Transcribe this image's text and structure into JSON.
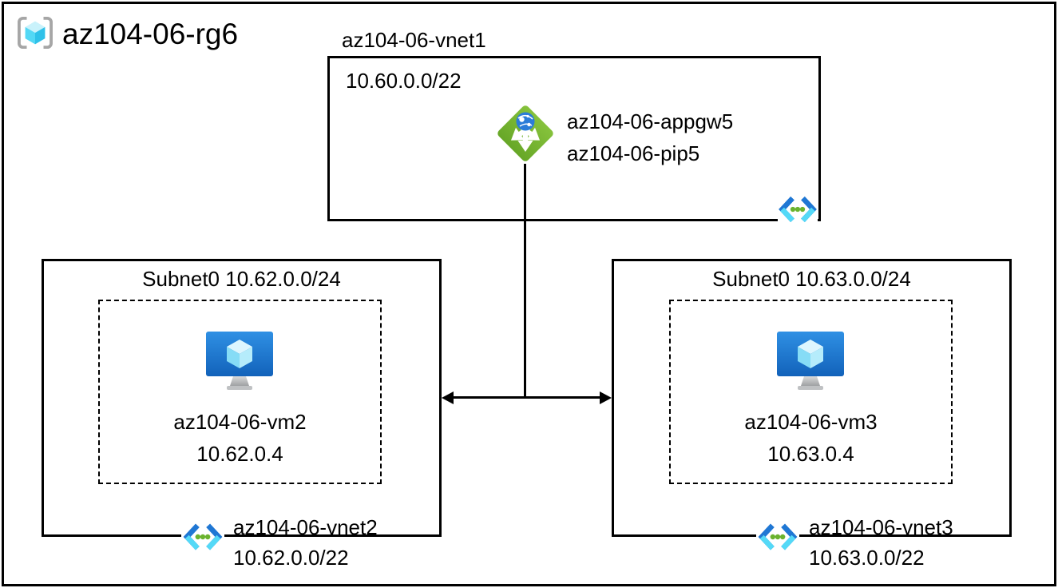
{
  "diagram": {
    "resource_group": {
      "label": "az104-06-rg6"
    },
    "vnet1": {
      "name": "az104-06-vnet1",
      "cidr": "10.60.0.0/22",
      "appgw_name": "az104-06-appgw5",
      "pip_name": "az104-06-pip5"
    },
    "left": {
      "subnet_title": "Subnet0 10.62.0.0/24",
      "vm_name": "az104-06-vm2",
      "vm_ip": "10.62.0.4",
      "vnet_name": "az104-06-vnet2",
      "vnet_cidr": "10.62.0.0/22"
    },
    "right": {
      "subnet_title": "Subnet0 10.63.0.0/24",
      "vm_name": "az104-06-vm3",
      "vm_ip": "10.63.0.4",
      "vnet_name": "az104-06-vnet3",
      "vnet_cidr": "10.63.0.0/22"
    },
    "colors": {
      "border_black": "#000000",
      "appgw_green": "#76b82a",
      "globe_blue": "#2b7cd8",
      "vnet_chevron_blue": "#1f77d4",
      "vnet_chevron_cyan": "#54d9f7",
      "vnet_dot_green": "#6ab32e",
      "vm_monitor_blue": "#1d78d4",
      "cube_cyan": "#50d8f2",
      "bracket_gray": "#a6a6a6"
    }
  }
}
